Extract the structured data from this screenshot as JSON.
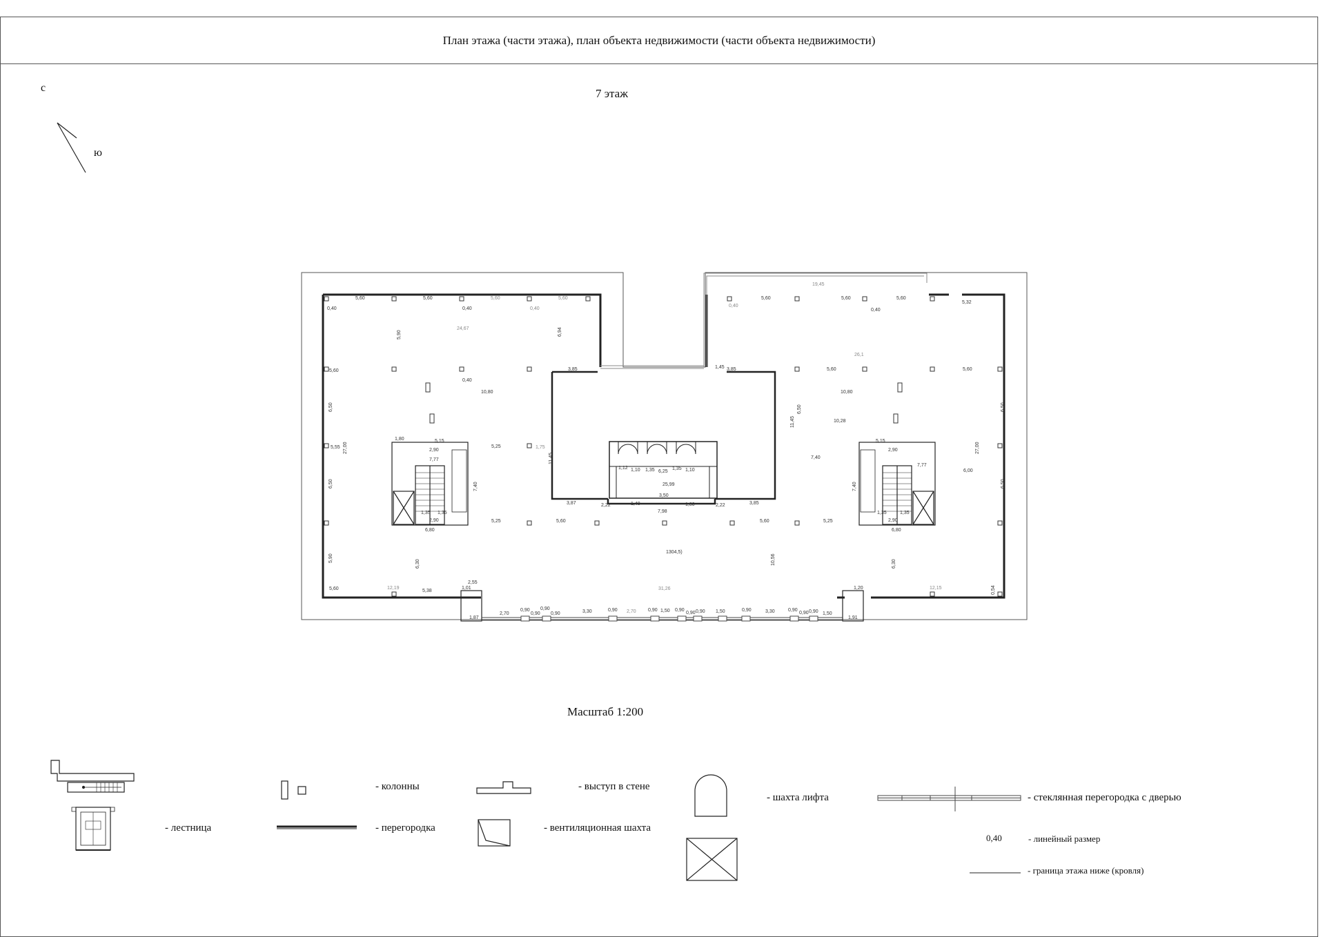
{
  "header": {
    "title": "План этажа (части этажа), план объекта недвижимости (части объекта недвижимости)"
  },
  "floor": {
    "label": "7  этаж"
  },
  "compass": {
    "north": "с",
    "south": "ю"
  },
  "scale": {
    "label": "Масштаб 1:200"
  },
  "plan": {
    "area_labels": [
      "24,67",
      "26,1",
      "10,80",
      "10,80",
      "10,28",
      "25,99",
      "1304,5)",
      "31,26",
      "12,19",
      "12,15",
      "7,40",
      "6,00",
      "19,45"
    ],
    "top_left_dims": [
      "5,60",
      "5,60",
      "5,60",
      "5,60",
      "0,40",
      "0,40",
      "0,40",
      "0,40"
    ],
    "top_right_dims": [
      "5,60",
      "5,60",
      "5,60",
      "5,32",
      "0,40",
      "0,40"
    ],
    "mid_dims": [
      "3,85",
      "3,85",
      "1,45",
      "3,87",
      "3,85",
      "2,22",
      "2,22",
      "1,40",
      "1,80",
      "7,98",
      "3,50",
      "1,12",
      "1,10",
      "1,35",
      "6,25",
      "1,35",
      "1,10"
    ],
    "left_dims": [
      "5,90",
      "6,50",
      "6,50",
      "5,90",
      "27,00",
      "5,55",
      "5,60",
      "5,15",
      "2,90",
      "7,77",
      "1,80",
      "1,35",
      "1,35",
      "2,90",
      "6,80",
      "5,25",
      "5,25",
      "5,60",
      "5,38",
      "7,40",
      "6,30",
      "11,45",
      "1,75",
      "6,94"
    ],
    "right_dims": [
      "5,60",
      "5,60",
      "5,60",
      "6,50",
      "6,50",
      "27,00",
      "5,15",
      "2,90",
      "7,77",
      "1,35",
      "1,35",
      "2,90",
      "6,80",
      "5,25",
      "5,60",
      "7,40",
      "6,30",
      "10,56",
      "11,45",
      "6,50",
      "0,54"
    ],
    "bottom_dims": [
      "2,55",
      "1,01",
      "2,70",
      "0,90",
      "0,90",
      "0,90",
      "0,90",
      "3,30",
      "0,90",
      "2,70",
      "0,90",
      "1,50",
      "0,90",
      "0,90",
      "0,90",
      "1,50",
      "0,90",
      "3,30",
      "0,90",
      "0,90",
      "0,90",
      "1,50",
      "1,87",
      "1,91",
      "1,20"
    ]
  },
  "legend": {
    "stairs": "- лестница",
    "columns": "- колонны",
    "partition": "- перегородка",
    "wall_projection": "- выступ в стене",
    "vent_shaft": "- вентиляционная шахта",
    "elevator_shaft": "- шахта лифта",
    "glass_partition": "- стеклянная перегородка с дверью",
    "linear_sample": "0,40",
    "linear_label": "- линейный размер",
    "roof_boundary": "- граница этажа ниже (кровля)"
  }
}
